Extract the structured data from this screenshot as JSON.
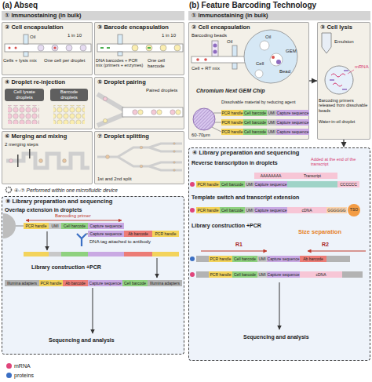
{
  "diagram": {
    "nodes": [
      {
        "text": [
          "(a) Abseq"
        ]
      },
      {
        "text": [
          "① Immunostaining (in bulk)"
        ],
        "in": 0
      },
      {
        "text": [
          "② Cell encapsulation"
        ],
        "in": 0
      },
      {
        "text": [
          "③ Barcode encapsulation"
        ],
        "in": 0
      },
      {
        "text": [
          "④ Droplet re-injection"
        ],
        "in": 0
      },
      {
        "text": [
          "⑤ Droplet pairing"
        ],
        "in": 0
      },
      {
        "text": [
          "⑥ Merging and mixing"
        ],
        "in": 0
      },
      {
        "text": [
          "⑦ Droplet splitting"
        ],
        "in": 0
      },
      {
        "text": [
          "⑧ Library preparation and sequencing"
        ],
        "in": 0
      },
      {
        "text": [
          "(b) Feature Barcoding Technology"
        ]
      },
      {
        "text": [
          "① Immunostaining (in bulk)"
        ],
        "in": 9
      },
      {
        "text": [
          "② Cell encapsulation"
        ],
        "in": 9
      },
      {
        "text": [
          "③ Cell lysis"
        ],
        "in": 9
      },
      {
        "text": [
          "④ Library preparation and sequencing"
        ],
        "in": 9
      }
    ],
    "edges": [
      {
        "from": 11,
        "to": 12,
        "arrow": "to"
      },
      {
        "from": 12,
        "to": 13,
        "arrow": "to"
      }
    ],
    "labels": [
      "1 in 10",
      "Oil",
      "Cells + lysis mix",
      "One cell per droplet",
      "1 in 10",
      "DNA barcodes + PCR mix (primers + enzymes)",
      "One cell barcode",
      "Cell lysate droplets",
      "Barcode droplets",
      "Paired droplets",
      "2 merging steps",
      "1st and 2nd split",
      "④-⑦ Performed within one microfluidic device",
      "Overlap extension in droplets",
      "Barcoding primer",
      "PCR handle",
      "UMI",
      "Cell barcode",
      "Capture sequence",
      "Capture sequence",
      "Ab barcode",
      "PCR handle",
      "DNA tag attached to antibody",
      "Library construction +PCR",
      "Illumina adapters",
      "PCR handle",
      "Ab barcode",
      "Capture sequence",
      "Cell barcode",
      "Illumina adapters",
      "Sequencing and analysis",
      "Barcoding beads",
      "Oil",
      "Cell + RT mix",
      "Oil",
      "GEM",
      "Cell",
      "Bead",
      "Chromium Next GEM Chip",
      "Dissolvable material by reducing agent",
      "PCR handle",
      "Cell barcode",
      "UMI",
      "Capture sequence",
      "PCR handle",
      "Cell barcode",
      "UMI",
      "Capture sequence",
      "PCR handle",
      "Cell barcode",
      "UMI",
      "Capture sequence",
      "60-70μm",
      "Emulsion",
      "mRNA",
      "Barcoding primers released from dissolvable beads",
      "Water-in-oil droplet",
      "Reverse transcription in droplets",
      "Added at the end of the transcript",
      "AAAAAAAA",
      "Transcript",
      "PCR handle",
      "Cell barcode",
      "UMI",
      "Capture sequence",
      "CCCCCC",
      "Template switch and transcript extension",
      "PCR handle",
      "Cell barcode",
      "UMI",
      "Capture sequence",
      "cDNA",
      "GGGGGG",
      "TSO",
      "Library construction +PCR",
      "Size separation",
      "R1",
      "R2",
      "PCR handle",
      "Cell barcode",
      "UMI",
      "Capture sequence",
      "Ab barcode",
      "PCR handle",
      "Cell barcode",
      "UMI",
      "Capture sequence",
      "cDNA",
      "Sequencing and analysis"
    ],
    "legend": [
      {
        "text": "mRNA",
        "color": "#e0457b"
      },
      {
        "text": "proteins",
        "color": "#3b6fc4"
      }
    ]
  }
}
